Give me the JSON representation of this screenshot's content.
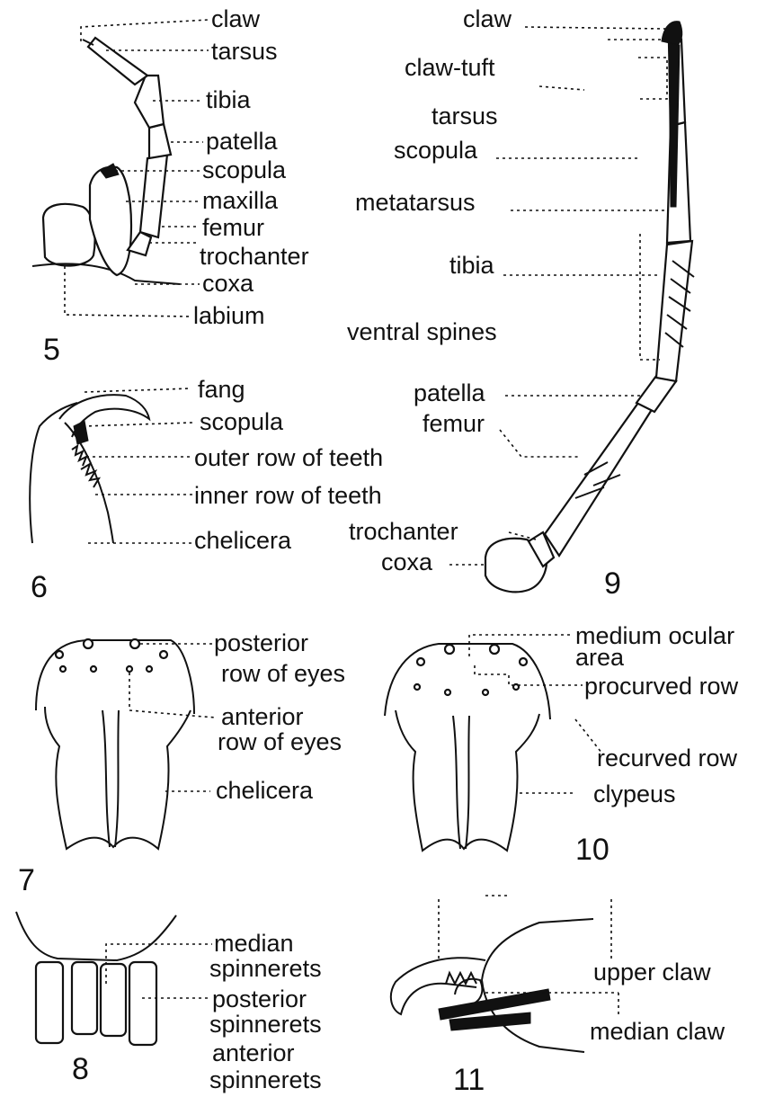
{
  "figures": [
    {
      "number": "5",
      "labels": [
        "claw",
        "tarsus",
        "tibia",
        "patella",
        "scopula",
        "maxilla",
        "femur",
        "trochanter",
        "coxa",
        "labium"
      ]
    },
    {
      "number": "6",
      "labels": [
        "fang",
        "scopula",
        "outer row of teeth",
        "inner row of teeth",
        "chelicera"
      ]
    },
    {
      "number": "7",
      "labels": [
        "posterior",
        "row of eyes",
        "anterior",
        "row of eyes",
        "chelicera"
      ]
    },
    {
      "number": "8",
      "labels": [
        "median",
        "spinnerets",
        "posterior",
        "spinnerets",
        "anterior",
        "spinnerets"
      ]
    },
    {
      "number": "9",
      "labels": [
        "claw",
        "claw-tuft",
        "tarsus",
        "scopula",
        "metatarsus",
        "tibia",
        "ventral spines",
        "patella",
        "femur",
        "trochanter",
        "coxa"
      ]
    },
    {
      "number": "10",
      "labels": [
        "medium ocular",
        "area",
        "procurved row",
        "recurved row",
        "clypeus"
      ]
    },
    {
      "number": "11",
      "labels": [
        "upper claw",
        "median claw"
      ]
    }
  ]
}
